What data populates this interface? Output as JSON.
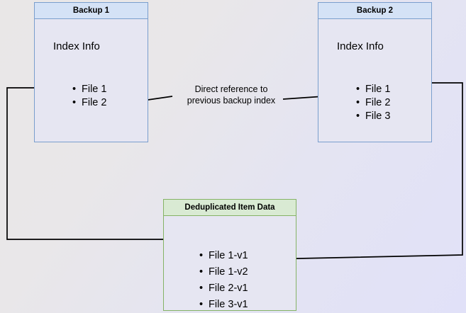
{
  "diagram": {
    "title_hidden": "Backup deduplication reference diagram",
    "colors": {
      "blue_border": "#7a9ecd",
      "blue_header_fill": "#d4e2f6",
      "green_border": "#85b366",
      "green_header_fill": "#d9ead3",
      "box_fill": "#e6e6f2",
      "edge_stroke": "#000000"
    },
    "boxes": {
      "backup1": {
        "header": "Backup 1",
        "section_label": "Index Info",
        "items": [
          "File 1",
          "File 2"
        ]
      },
      "backup2": {
        "header": "Backup 2",
        "section_label": "Index Info",
        "items": [
          "File 1",
          "File 2",
          "File 3"
        ]
      },
      "dedup": {
        "header": "Deduplicated Item Data",
        "items": [
          "File 1-v1",
          "File 1-v2",
          "File 2-v1",
          "File 3-v1"
        ]
      }
    },
    "edge_labels": {
      "direct_reference": "Direct reference to\nprevious backup index"
    }
  }
}
